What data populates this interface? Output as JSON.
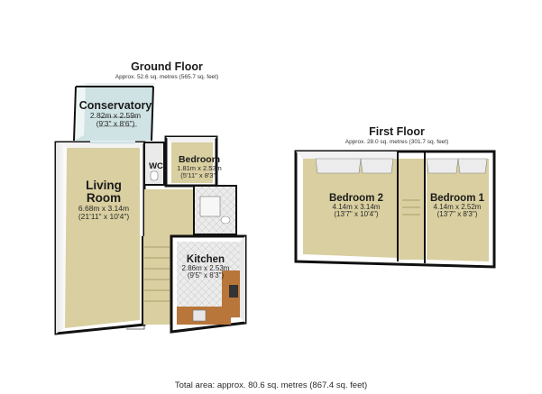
{
  "ground_floor": {
    "title": "Ground Floor",
    "area": "Approx. 52.6 sq. metres (565.7 sq. feet)",
    "rooms": {
      "conservatory": {
        "name": "Conservatory",
        "metric": "2.82m x 2.59m",
        "imperial": "(9'3\" x 8'6\")"
      },
      "living_room": {
        "name_line1": "Living",
        "name_line2": "Room",
        "metric": "6.68m x 3.14m",
        "imperial": "(21'11\" x 10'4\")"
      },
      "bedroom": {
        "name": "Bedroom",
        "metric": "1.81m x 2.53m",
        "imperial": "(5'11\" x 8'3\")"
      },
      "wc": {
        "name": "WC"
      },
      "kitchen": {
        "name": "Kitchen",
        "metric": "2.86m x 2.53m",
        "imperial": "(9'5\" x 8'3\")"
      }
    }
  },
  "first_floor": {
    "title": "First Floor",
    "area": "Approx. 28.0 sq. metres (301.7 sq. feet)",
    "rooms": {
      "bedroom_2": {
        "name": "Bedroom 2",
        "metric": "4.14m x 3.14m",
        "imperial": "(13'7\" x 10'4\")"
      },
      "bedroom_1": {
        "name": "Bedroom 1",
        "metric": "4.14m x 2.52m",
        "imperial": "(13'7\" x 8'3\")"
      }
    }
  },
  "total_area": "Total area: approx. 80.6 sq. metres (867.4 sq. feet)",
  "colors": {
    "carpet": "#d9cfa0",
    "tile": "#e8e8e8",
    "worktop": "#b8763a",
    "wall": "#111111",
    "wall_inner": "#f4f4f4",
    "glass": "#cfe3e4"
  }
}
